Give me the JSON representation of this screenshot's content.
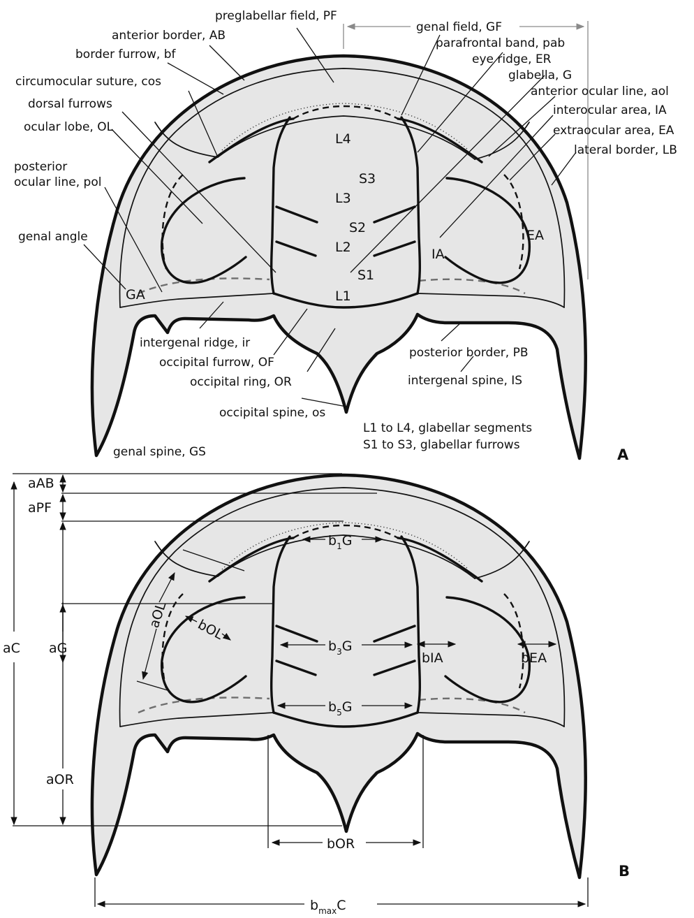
{
  "panel_a": {
    "letter": "A",
    "labels": {
      "preglabellar_field": "preglabellar field, PF",
      "anterior_border": "anterior border, AB",
      "border_furrow": "border furrow, bf",
      "circumocular_suture": "circumocular suture, cos",
      "dorsal_furrows": "dorsal furrows",
      "ocular_lobe": "ocular lobe, OL",
      "posterior_ocular_line_1": "posterior",
      "posterior_ocular_line_2": "ocular line, pol",
      "genal_angle": "genal angle",
      "genal_field": "genal field, GF",
      "parafrontal_band": "parafrontal band, pab",
      "eye_ridge": "eye ridge, ER",
      "glabella": "glabella, G",
      "anterior_ocular_line": "anterior ocular line, aol",
      "interocular_area": "interocular area, IA",
      "extraocular_area": "extraocular area, EA",
      "lateral_border": "lateral border, LB",
      "intergenal_ridge": "intergenal ridge, ir",
      "occipital_furrow": "occipital furrow, OF",
      "occipital_ring": "occipital ring, OR",
      "occipital_spine": "occipital spine, os",
      "posterior_border": "posterior border, PB",
      "intergenal_spine": "intergenal spine, IS",
      "genal_spine": "genal spine, GS",
      "segments_legend": "L1 to L4, glabellar segments",
      "furrows_legend": "S1 to S3, glabellar furrows"
    },
    "inline": {
      "L4": "L4",
      "L3": "L3",
      "L2": "L2",
      "L1": "L1",
      "S3": "S3",
      "S2": "S2",
      "S1": "S1",
      "IA": "IA",
      "EA": "EA",
      "GA": "GA"
    }
  },
  "panel_b": {
    "letter": "B",
    "measures": {
      "aAB": "aAB",
      "aPF": "aPF",
      "aC": "aC",
      "aG": "aG",
      "aOR": "aOR",
      "aOL": "aOL",
      "bOL": "bOL",
      "b1G_base": "b",
      "b1G_sub": "1",
      "b1G_tail": "G",
      "b3G_base": "b",
      "b3G_sub": "3",
      "b3G_tail": "G",
      "b5G_base": "b",
      "b5G_sub": "5",
      "b5G_tail": "G",
      "bIA": "bIA",
      "bEA": "bEA",
      "bOR": "bOR",
      "bmaxC_base": "b",
      "bmaxC_sub": "max",
      "bmaxC_tail": "C"
    }
  }
}
